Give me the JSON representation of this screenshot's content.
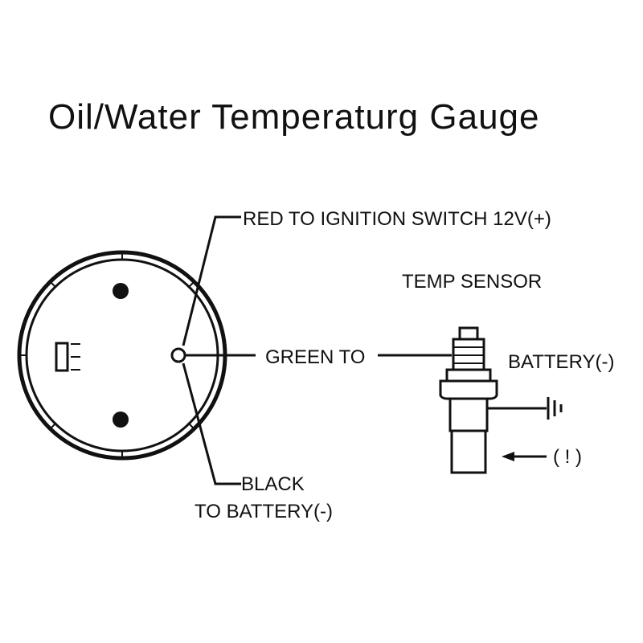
{
  "title": "Oil/Water Temperaturg Gauge",
  "labels": {
    "red_wire": "RED TO IGNITION SWITCH 12V(+)",
    "temp_sensor": "TEMP SENSOR",
    "green_wire": "GREEN TO",
    "sensor_battery": "BATTERY(-)",
    "black_wire_line1": "BLACK",
    "black_wire_line2": "TO BATTERY(-)",
    "caution": "( ! )"
  },
  "colors": {
    "ink": "#111111",
    "background": "#ffffff"
  },
  "icons": [
    "gauge-body",
    "mounting-hole-icon",
    "light-bulb-socket-icon",
    "sensor-terminal-icon",
    "temp-sensor-icon",
    "ground-symbol-icon",
    "arrow-left-icon"
  ]
}
